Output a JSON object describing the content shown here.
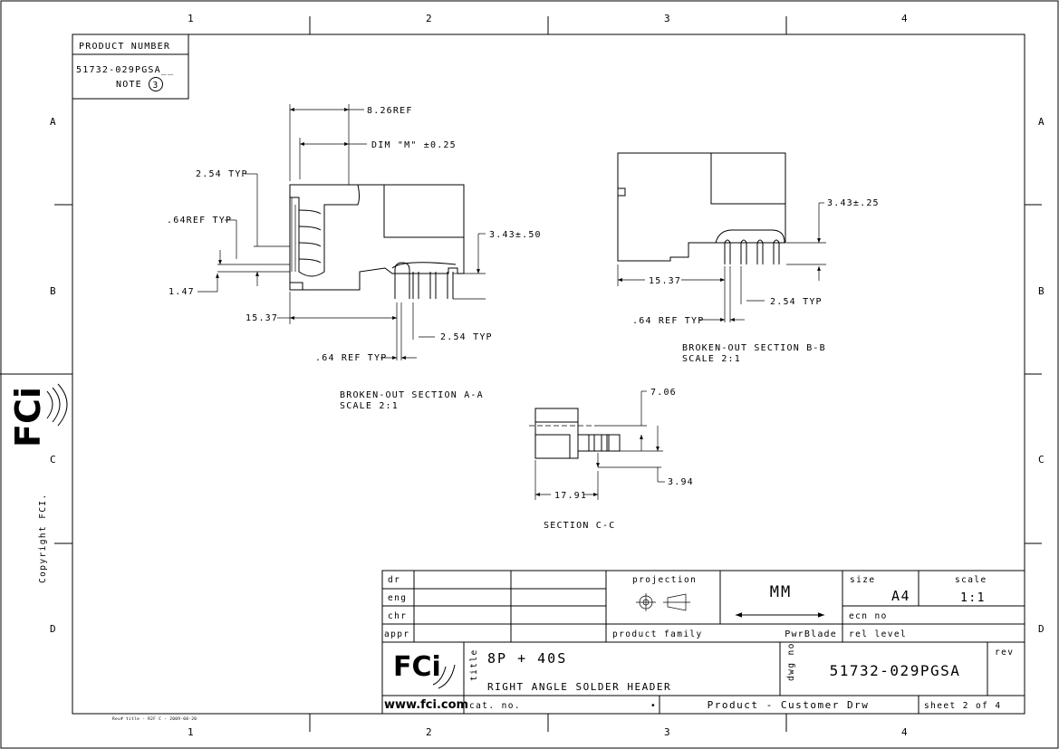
{
  "border": {
    "zones_top": [
      "1",
      "2",
      "3",
      "4"
    ],
    "zones_bottom": [
      "1",
      "2",
      "3",
      "4"
    ],
    "rows": [
      "A",
      "B",
      "C",
      "D"
    ],
    "copyright": "Copyright FCI.",
    "small_stamp": "Rev# title - R2F C - 2009-08-20"
  },
  "product_number": {
    "header": "PRODUCT NUMBER",
    "value": "51732-029PGSA__",
    "note_label": "NOTE",
    "note_num": "3"
  },
  "section_a": {
    "dims": {
      "ref_826": "8.26REF",
      "dim_m": "DIM \"M\" ±0.25",
      "typ_254": "2.54 TYP",
      "ref_064_typ": ".64REF TYP",
      "d_343_50": "3.43±.50",
      "d_147": "1.47",
      "d_1537": "15.37",
      "typ_254_b": "2.54 TYP",
      "ref_064_b": ".64 REF TYP"
    },
    "caption_line1": "BROKEN-OUT SECTION  A-A",
    "caption_line2": "SCALE  2:1"
  },
  "section_b": {
    "dims": {
      "d_343_25": "3.43±.25",
      "d_1537": "15.37",
      "typ_254": "2.54 TYP",
      "ref_064": ".64 REF TYP"
    },
    "caption_line1": "BROKEN-OUT SECTION  B-B",
    "caption_line2": "SCALE  2:1"
  },
  "section_c": {
    "dims": {
      "d_706": "7.06",
      "d_394": "3.94",
      "d_1791": "17.91"
    },
    "caption": "SECTION  C-C"
  },
  "title_block": {
    "rows": [
      "dr",
      "eng",
      "chr",
      "appr"
    ],
    "projection_label": "projection",
    "units": "MM",
    "size_label": "size",
    "size_value": "A4",
    "scale_label": "scale",
    "scale_value": "1:1",
    "ecn_label": "ecn no",
    "product_family_label": "product family",
    "product_family_value": "PwrBlade",
    "rel_level_label": "rel level",
    "logo_text": "FCi",
    "website": "www.fci.com",
    "title_label": "title",
    "title_line1": "8P + 40S",
    "title_line2": "RIGHT ANGLE SOLDER HEADER",
    "dwg_label": "dwg no",
    "dwg_value": "51732-029PGSA",
    "rev_label": "rev",
    "cat_label": "cat. no.",
    "cat_mark": "•",
    "doc_type": "Product - Customer Drw",
    "sheet": "sheet 2 of 4"
  },
  "side_logo": "FCi"
}
